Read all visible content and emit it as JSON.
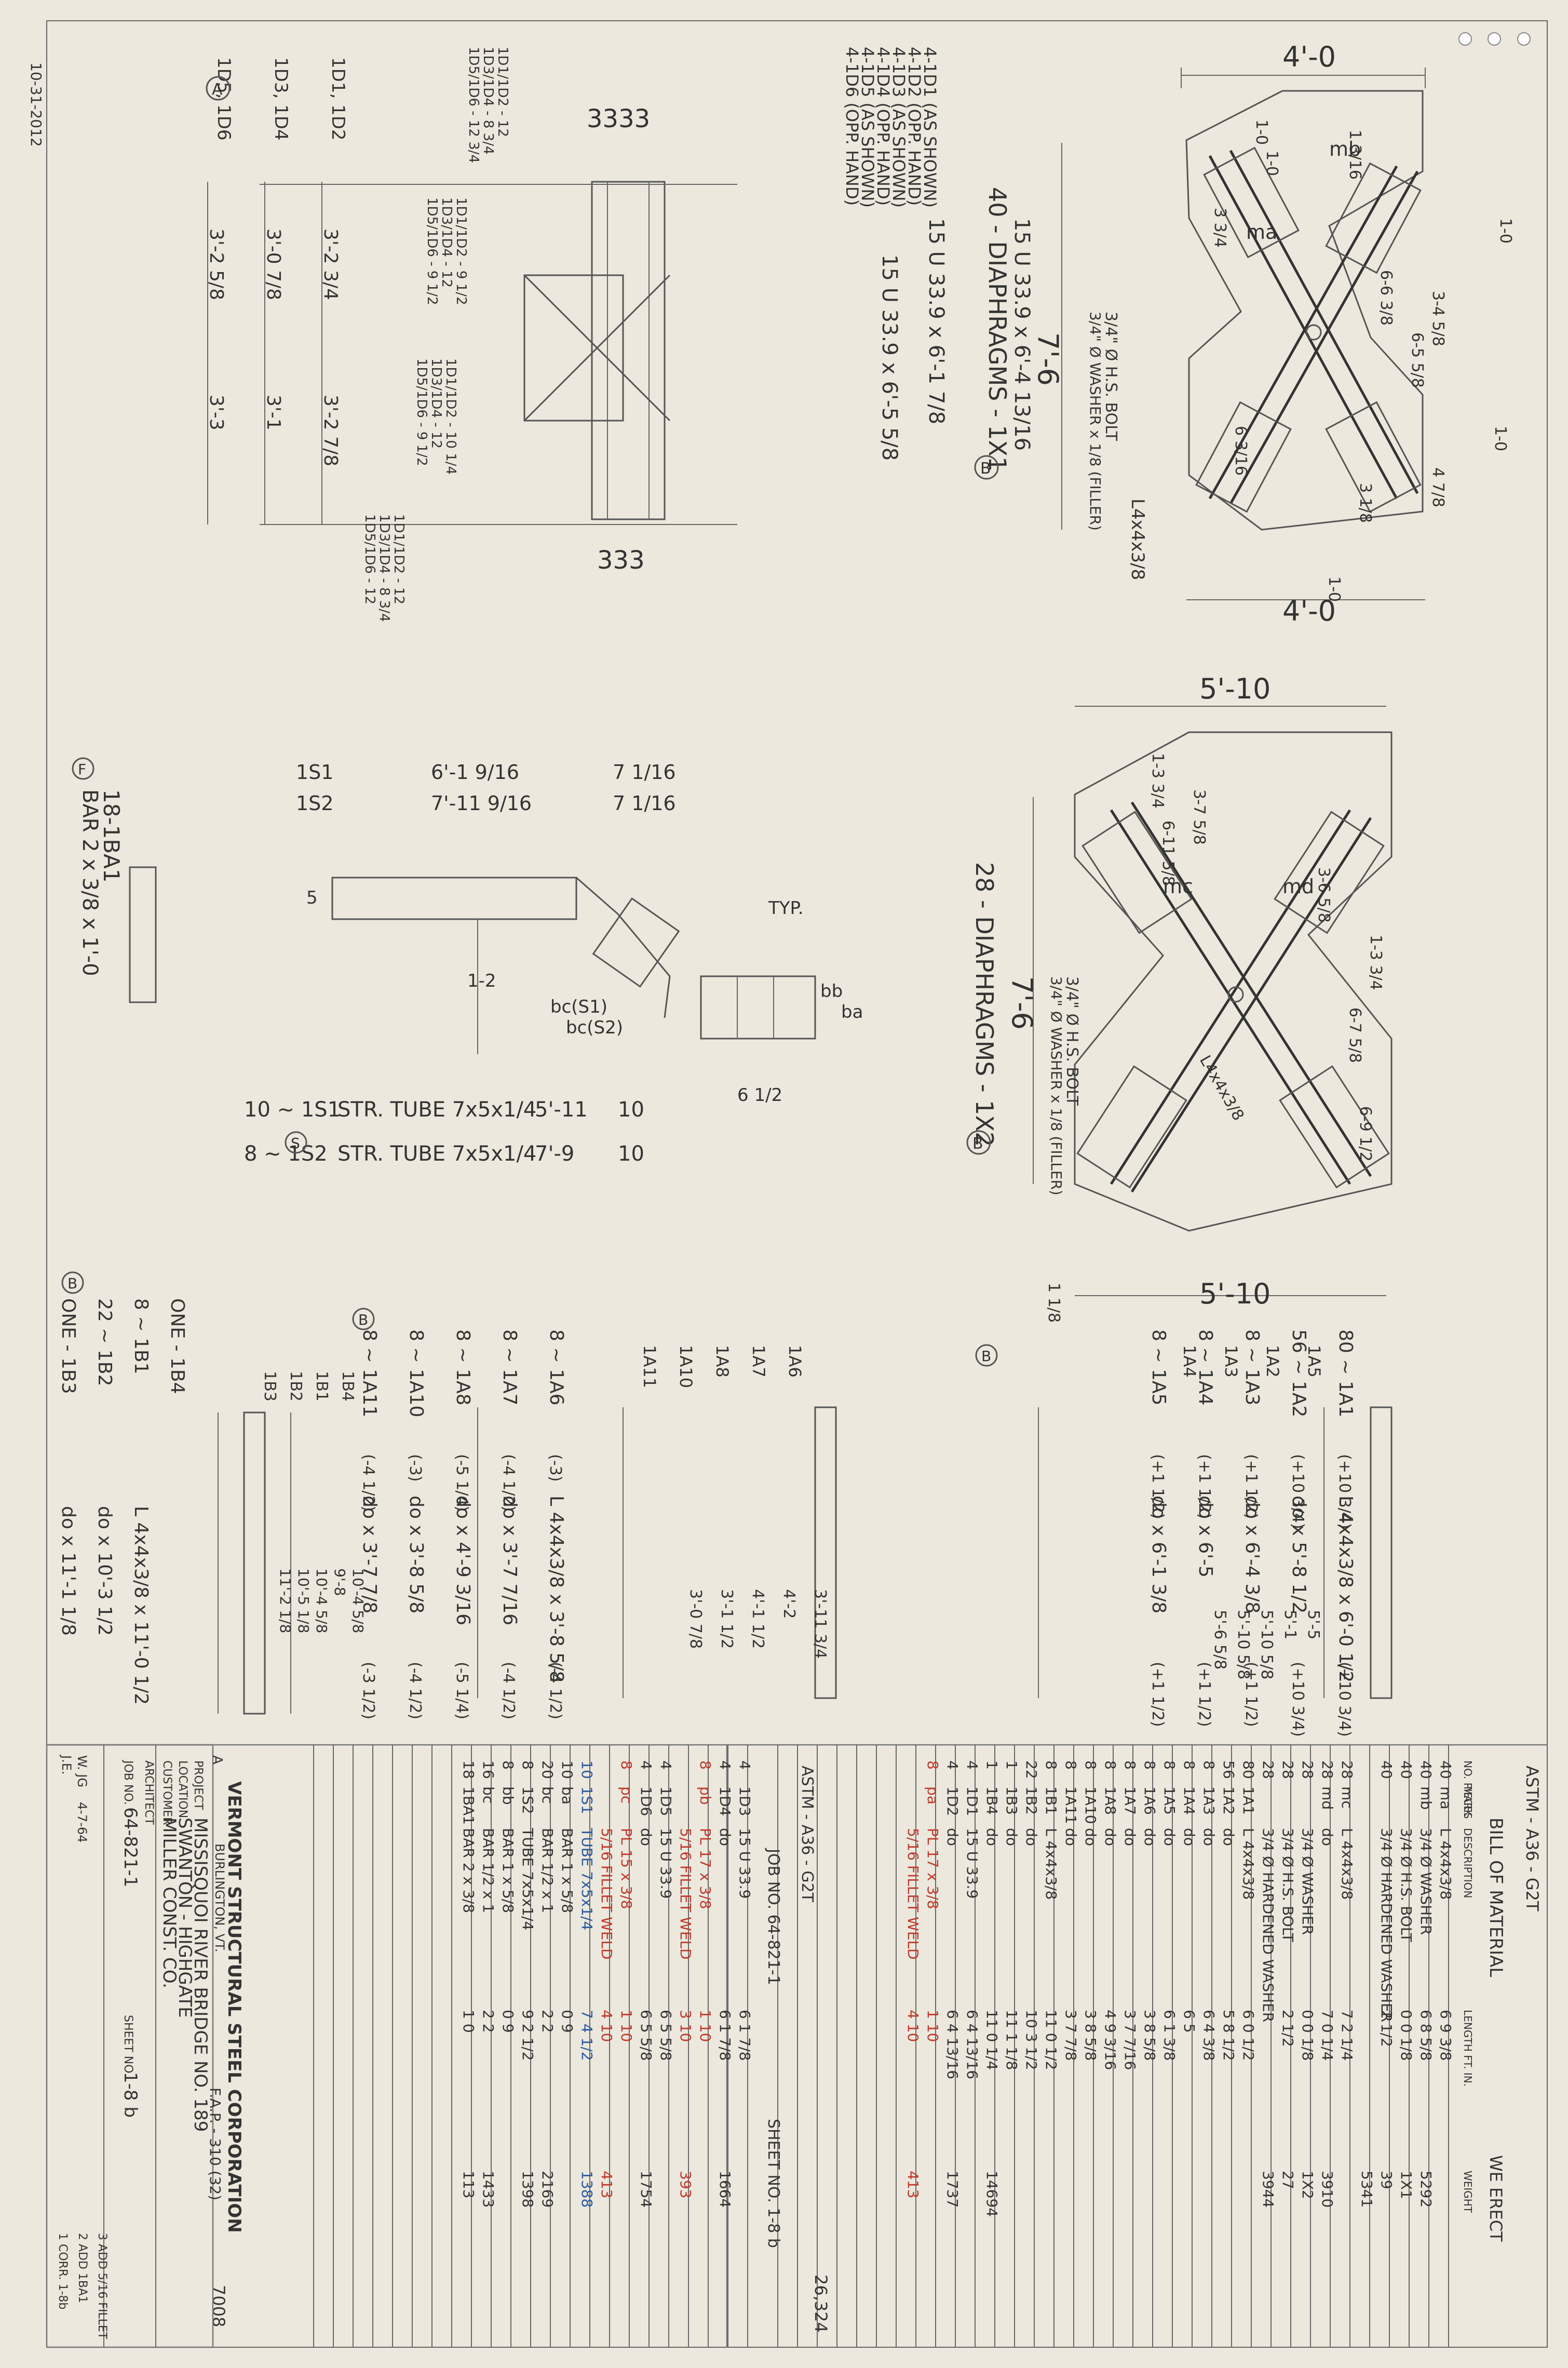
{
  "sheet": {
    "margin_note": "10-31-2012",
    "spec": "ASTM - A36 - G2T",
    "corner_mark": "A",
    "paper_color": "#ece8dd"
  },
  "x1": {
    "title": "40 - DIAPHRAGMS - 1X1",
    "callout": "B",
    "top_dim": "4'-0",
    "bottom_dim": "4'-0",
    "height_dim": "7'-6",
    "bolt_note": "3/4\" Ø H.S. BOLT",
    "washer_note": "3/4\" Ø WASHER x 1/8 (FILLER)",
    "angle": "L4x4x3/8",
    "marks": [
      "ma",
      "mb"
    ],
    "dims": [
      "1-0",
      "1-0",
      "1-0",
      "1-0",
      "6-6 3/8",
      "3-4 5/8",
      "6-5 5/8",
      "1-0",
      "1 3/16",
      "3 3/4",
      "6 3/16",
      "4 7/8",
      "3 1/8"
    ]
  },
  "x2": {
    "title": "28 - DIAPHRAGMS - 1X2",
    "callout": "B",
    "top_dim": "5'-10",
    "bottom_dim": "5'-10",
    "height_dim": "7'-6",
    "bolt_note": "3/4\" Ø H.S. BOLT",
    "washer_note": "3/4\" Ø WASHER x 1/8 (FILLER)",
    "angle": "L4x4x3/8",
    "marks": [
      "mc",
      "md"
    ],
    "dims": [
      "1-3 3/4",
      "3-7 5/8",
      "6-11 5/8",
      "3-6 5/8",
      "6-7 5/8",
      "6-9 1/2",
      "1-3 3/4",
      "1 1/8"
    ]
  },
  "frame_d": {
    "lines": [
      {
        "label": "4-1D1 (AS SHOWN)",
        "desc": "15 U 33.9 x 6'-4 13/16"
      },
      {
        "label": "4-1D2 (OPP. HAND)",
        "desc": ""
      },
      {
        "label": "4-1D3 (AS SHOWN)",
        "desc": "15 U 33.9 x 6'-1 7/8"
      },
      {
        "label": "4-1D4 (OPP. HAND)",
        "desc": ""
      },
      {
        "label": "4-1D5 (AS SHOWN)",
        "desc": "15 U 33.9 x 6'-5 5/8"
      },
      {
        "label": "4-1D6 (OPP. HAND)",
        "desc": ""
      }
    ],
    "rows": [
      {
        "mark": "1D1, 1D2",
        "len": "3'-2 3/4",
        "len2": "3'-2 7/8"
      },
      {
        "mark": "1D3, 1D4",
        "len": "3'-0 7/8",
        "len2": "3'-1"
      },
      {
        "mark": "1D5, 1D6",
        "len": "3'-2 5/8",
        "len2": "3'-3"
      }
    ],
    "bolt_groups": [
      "3333",
      "333"
    ],
    "hole_notes_left": [
      "1D1/1D2 - 12",
      "1D3/1D4 - 8 3/4",
      "1D5/1D6 - 12 3/4",
      "1D1/1D2 - 9 1/2",
      "1D3/1D4 - 12",
      "1D5/1D6 - 9 1/2"
    ],
    "hole_notes_right": [
      "1D1/1D2 - 10 1/4",
      "1D3/1D4 - 12",
      "1D5/1D6 - 9 1/2",
      "1D1/1D2 - 12",
      "1D3/1D4 - 8 3/4",
      "1D5/1D6 - 12"
    ],
    "callout": "A"
  },
  "tube": {
    "rows": [
      {
        "mark": "1S1",
        "dim1": "6'-1 9/16",
        "dim2": "7 1/16"
      },
      {
        "mark": "1S2",
        "dim1": "7'-11 9/16",
        "dim2": "7 1/16"
      }
    ],
    "list": [
      {
        "label": "10 ~ 1S1",
        "desc": "STR. TUBE 7x5x1/4",
        "len": "5'-11",
        "end": "10"
      },
      {
        "label": "8 ~ 1S2",
        "desc": "STR. TUBE 7x5x1/4",
        "len": "7'-9",
        "end": "10"
      }
    ],
    "notes": [
      "1-2",
      "5",
      "bc(S1)",
      "bc(S2)",
      "TYP.",
      "bb",
      "ba",
      "6 1/2"
    ],
    "callout": "S"
  },
  "bar": {
    "label": "18-1BA1",
    "desc": "BAR 2 x 3/8 x 1'-0",
    "callout": "F"
  },
  "angles_a": {
    "callout": "B",
    "marks": [
      "1A5",
      "1A2",
      "1A3",
      "1A4"
    ],
    "list": [
      {
        "label": "80 ~ 1A1",
        "adj": "(+10 3/4)",
        "desc": "L 4x4x3/8 x 6'-0 1/2",
        "end": "(+10 3/4)"
      },
      {
        "label": "56 ~ 1A2",
        "adj": "(+10 3/4)",
        "desc": "do x 5'-8 1/2",
        "end": "(+10 3/4)"
      },
      {
        "label": "8 ~ 1A3",
        "adj": "(+1 1/2)",
        "desc": "do x 6'-4 3/8",
        "end": "(+1 1/2)"
      },
      {
        "label": "8 ~ 1A4",
        "adj": "(+1 1/2)",
        "desc": "do x 6'-5",
        "end": "(+1 1/2)"
      },
      {
        "label": "8 ~ 1A5",
        "adj": "(+1 1/2)",
        "desc": "do x 6'-1 3/8",
        "end": "(+1 1/2)"
      }
    ],
    "lens": [
      "5'-5",
      "5'-1",
      "5'-10 5/8",
      "5'-10 5/8",
      "5'-6 5/8"
    ]
  },
  "angles_b": {
    "callout": "B",
    "marks": [
      "1A6",
      "1A7",
      "1A8",
      "1A10",
      "1A11"
    ],
    "list": [
      {
        "label": "8 ~ 1A6",
        "adj": "(-3)",
        "desc": "L 4x4x3/8 x 3'-8 5/8",
        "end": "(-4 1/2)"
      },
      {
        "label": "8 ~ 1A7",
        "adj": "(-4 1/2)",
        "desc": "do x 3'-7 7/16",
        "end": "(-4 1/2)"
      },
      {
        "label": "8 ~ 1A8",
        "adj": "(-5 1/4)",
        "desc": "do x 4'-9 3/16",
        "end": "(-5 1/4)"
      },
      {
        "label": "8 ~ 1A10",
        "adj": "(-3)",
        "desc": "do x 3'-8 5/8",
        "end": "(-4 1/2)"
      },
      {
        "label": "8 ~ 1A11",
        "adj": "(-4 1/2)",
        "desc": "do x 3'-7 7/8",
        "end": "(-3 1/2)"
      }
    ],
    "lens": [
      "3'-11 3/4",
      "4'-2",
      "4'-1 1/2",
      "3'-1 1/2",
      "3'-0 7/8"
    ]
  },
  "angles_c": {
    "callout": "B",
    "marks": [
      "1B4",
      "1B1",
      "1B2",
      "1B3"
    ],
    "list": [
      {
        "label": "ONE - 1B4",
        "desc": ""
      },
      {
        "label": "8 ~ 1B1",
        "desc": "L 4x4x3/8 x 11'-0 1/2"
      },
      {
        "label": "22 ~ 1B2",
        "desc": "do x 10'-3 1/2"
      },
      {
        "label": "ONE - 1B3",
        "desc": "do x 11'-1 1/8"
      }
    ],
    "lens": [
      "10'-4 5/8",
      "9'-8",
      "10'-4 5/8",
      "10'-5 1/8",
      "11'-2 1/8"
    ]
  },
  "bom": {
    "title": "BILL OF MATERIAL",
    "erect": "WE ERECT",
    "spec": "ASTM - A36 - G2T",
    "headers": [
      "NO. PIECES",
      "MARK",
      "DESCRIPTION",
      "LENGTH FT. IN.",
      "WEIGHT"
    ],
    "rows": [
      {
        "no": "40",
        "mark": "ma",
        "desc": "L 4x4x3/8",
        "len": "6 9 3/8",
        "wt": ""
      },
      {
        "no": "40",
        "mark": "mb",
        "desc": "3/4 Ø WASHER",
        "len": "6 8 5/8",
        "wt": "5292"
      },
      {
        "no": "40",
        "mark": "",
        "desc": "3/4 Ø H.S. BOLT",
        "len": "0 0 1/8",
        "wt": "1X1"
      },
      {
        "no": "40",
        "mark": "",
        "desc": "3/4 Ø HARDENED WASHER",
        "len": "2 1/2",
        "wt": "39"
      },
      {
        "no": "",
        "mark": "",
        "desc": "",
        "len": "",
        "wt": "5341"
      },
      {
        "no": "28",
        "mark": "mc",
        "desc": "L 4x4x3/8",
        "len": "7 2 1/4",
        "wt": ""
      },
      {
        "no": "28",
        "mark": "md",
        "desc": "do",
        "len": "7 0 1/4",
        "wt": "3910"
      },
      {
        "no": "28",
        "mark": "",
        "desc": "3/4 Ø WASHER",
        "len": "0 0 1/8",
        "wt": "1X2"
      },
      {
        "no": "28",
        "mark": "",
        "desc": "3/4 Ø H.S. BOLT",
        "len": "2 1/2",
        "wt": "27"
      },
      {
        "no": "28",
        "mark": "",
        "desc": "3/4 Ø HARDENED WASHER",
        "len": "",
        "wt": "3944"
      },
      {
        "no": "80",
        "mark": "1A1",
        "desc": "L 4x4x3/8",
        "len": "6 0 1/2",
        "wt": ""
      },
      {
        "no": "56",
        "mark": "1A2",
        "desc": "do",
        "len": "5 8 1/2",
        "wt": ""
      },
      {
        "no": "8",
        "mark": "1A3",
        "desc": "do",
        "len": "6 4 3/8",
        "wt": ""
      },
      {
        "no": "8",
        "mark": "1A4",
        "desc": "do",
        "len": "6 5",
        "wt": ""
      },
      {
        "no": "8",
        "mark": "1A5",
        "desc": "do",
        "len": "6 1 3/8",
        "wt": ""
      },
      {
        "no": "8",
        "mark": "1A6",
        "desc": "do",
        "len": "3 8 5/8",
        "wt": ""
      },
      {
        "no": "8",
        "mark": "1A7",
        "desc": "do",
        "len": "3 7 7/16",
        "wt": ""
      },
      {
        "no": "8",
        "mark": "1A8",
        "desc": "do",
        "len": "4 9 3/16",
        "wt": ""
      },
      {
        "no": "8",
        "mark": "1A10",
        "desc": "do",
        "len": "3 8 5/8",
        "wt": ""
      },
      {
        "no": "8",
        "mark": "1A11",
        "desc": "do",
        "len": "3 7 7/8",
        "wt": ""
      },
      {
        "no": "8",
        "mark": "1B1",
        "desc": "L 4x4x3/8",
        "len": "11 0 1/2",
        "wt": ""
      },
      {
        "no": "22",
        "mark": "1B2",
        "desc": "do",
        "len": "10 3 1/2",
        "wt": ""
      },
      {
        "no": "1",
        "mark": "1B3",
        "desc": "do",
        "len": "11 1 1/8",
        "wt": ""
      },
      {
        "no": "1",
        "mark": "1B4",
        "desc": "do",
        "len": "11 0 1/4",
        "wt": "14694"
      },
      {
        "no": "4",
        "mark": "1D1",
        "desc": "15 U 33.9",
        "len": "6 4 13/16",
        "wt": ""
      },
      {
        "no": "4",
        "mark": "1D2",
        "desc": "do",
        "len": "6 4 13/16",
        "wt": "1737"
      },
      {
        "no": "8",
        "mark": "pa",
        "desc": "PL 17 x 3/8",
        "len": "1 10",
        "wt": ""
      },
      {
        "no": "",
        "mark": "",
        "desc": "5/16 FILLET WELD",
        "len": "4 10",
        "wt": "413"
      }
    ],
    "rows2": [
      {
        "no": "4",
        "mark": "1D3",
        "desc": "15 U 33.9",
        "len": "6 1 7/8",
        "wt": ""
      },
      {
        "no": "4",
        "mark": "1D4",
        "desc": "do",
        "len": "6 1 7/8",
        "wt": "1664"
      },
      {
        "no": "8",
        "mark": "pb",
        "desc": "PL 17 x 3/8",
        "len": "1 10",
        "wt": ""
      },
      {
        "no": "",
        "mark": "",
        "desc": "5/16 FILLET WELD",
        "len": "3 10",
        "wt": "393"
      },
      {
        "no": "4",
        "mark": "1D5",
        "desc": "15 U 33.9",
        "len": "6 5 5/8",
        "wt": ""
      },
      {
        "no": "4",
        "mark": "1D6",
        "desc": "do",
        "len": "6 5 5/8",
        "wt": "1754"
      },
      {
        "no": "8",
        "mark": "pc",
        "desc": "PL 15 x 3/8",
        "len": "1 10",
        "wt": ""
      },
      {
        "no": "",
        "mark": "",
        "desc": "5/16 FILLET WELD",
        "len": "4 10",
        "wt": "413"
      },
      {
        "no": "10",
        "mark": "1S1",
        "desc": "TUBE 7x5x1/4",
        "len": "7 4 1/2",
        "wt": "1388"
      },
      {
        "no": "10",
        "mark": "ba",
        "desc": "BAR 1 x 5/8",
        "len": "0 9",
        "wt": ""
      },
      {
        "no": "20",
        "mark": "bc",
        "desc": "BAR 1/2 x 1",
        "len": "2 2",
        "wt": "2169"
      },
      {
        "no": "8",
        "mark": "1S2",
        "desc": "TUBE 7x5x1/4",
        "len": "9 2 1/2",
        "wt": "1398"
      },
      {
        "no": "8",
        "mark": "bb",
        "desc": "BAR 1 x 5/8",
        "len": "0 9",
        "wt": ""
      },
      {
        "no": "16",
        "mark": "bc",
        "desc": "BAR 1/2 x 1",
        "len": "2 2",
        "wt": "1433"
      },
      {
        "no": "18",
        "mark": "1BA1",
        "desc": "BAR 2 x 3/8",
        "len": "1 0",
        "wt": "113"
      }
    ],
    "jobno_top": "JOB NO. 64-821-1",
    "sheetno_top": "SHEET NO. 1-8 b",
    "total_top": "26,324",
    "total_bottom": "7008"
  },
  "titleblock": {
    "company": "VERMONT STRUCTURAL STEEL CORPORATION",
    "city": "BURLINGTON, VT.",
    "project_label": "PROJECT",
    "project": "MISSISQUOI RIVER BRIDGE NO. 189",
    "location_label": "LOCATION",
    "location": "SWANTON - HIGHGATE",
    "customer_label": "CUSTOMER",
    "customer": "MILLER CONST. CO.",
    "architect_label": "ARCHITECT",
    "jobno_label": "JOB NO.",
    "jobno": "64-821-1",
    "sheetno_label": "SHEET NO.",
    "sheetno": "1-8 b",
    "contract": "F.A.P. - 310 (32)",
    "drawn_by": "W. JG",
    "date": "4-7-64",
    "checked_by": "J.E.",
    "revisions": [
      "3 ADD 5/16 FILLET",
      "2 ADD 1BA1",
      "1 CORR. 1-8b"
    ]
  }
}
